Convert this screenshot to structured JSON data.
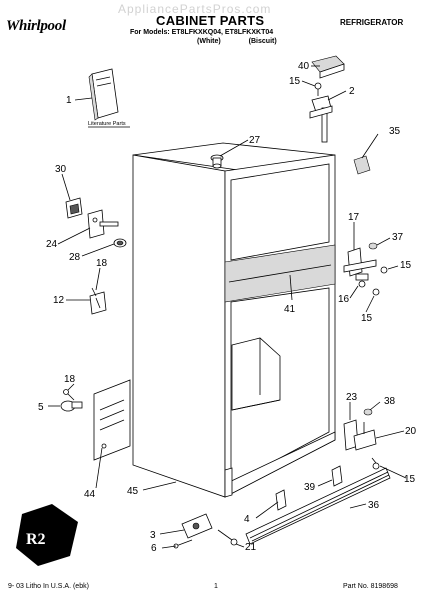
{
  "header": {
    "brand": "Whirlpool",
    "watermark": "AppliancePartsPros.com",
    "title": "CABINET PARTS",
    "models": "For Models: ET8LFKXKQ04, ET8LFKXKT04",
    "variant_white": "(White)",
    "variant_biscuit": "(Biscuit)",
    "category": "REFRIGERATOR"
  },
  "callouts": {
    "c1": "1",
    "c2": "2",
    "c3": "3",
    "c4": "4",
    "c5": "5",
    "c6": "6",
    "c12": "12",
    "c15a": "15",
    "c15b": "15",
    "c15c": "15",
    "c15d": "15",
    "c16": "16",
    "c17": "17",
    "c18a": "18",
    "c18b": "18",
    "c20": "20",
    "c21": "21",
    "c23": "23",
    "c24": "24",
    "c27": "27",
    "c28": "28",
    "c30": "30",
    "c35": "35",
    "c36": "36",
    "c37": "37",
    "c38": "38",
    "c39": "39",
    "c40": "40",
    "c41": "41",
    "c44": "44",
    "c45": "45"
  },
  "literature_label": "Literature Parts",
  "footer": {
    "left": "9- 03 Litho In U.S.A. (ebk)",
    "page": "1",
    "part_no": "Part No. 8198698"
  }
}
